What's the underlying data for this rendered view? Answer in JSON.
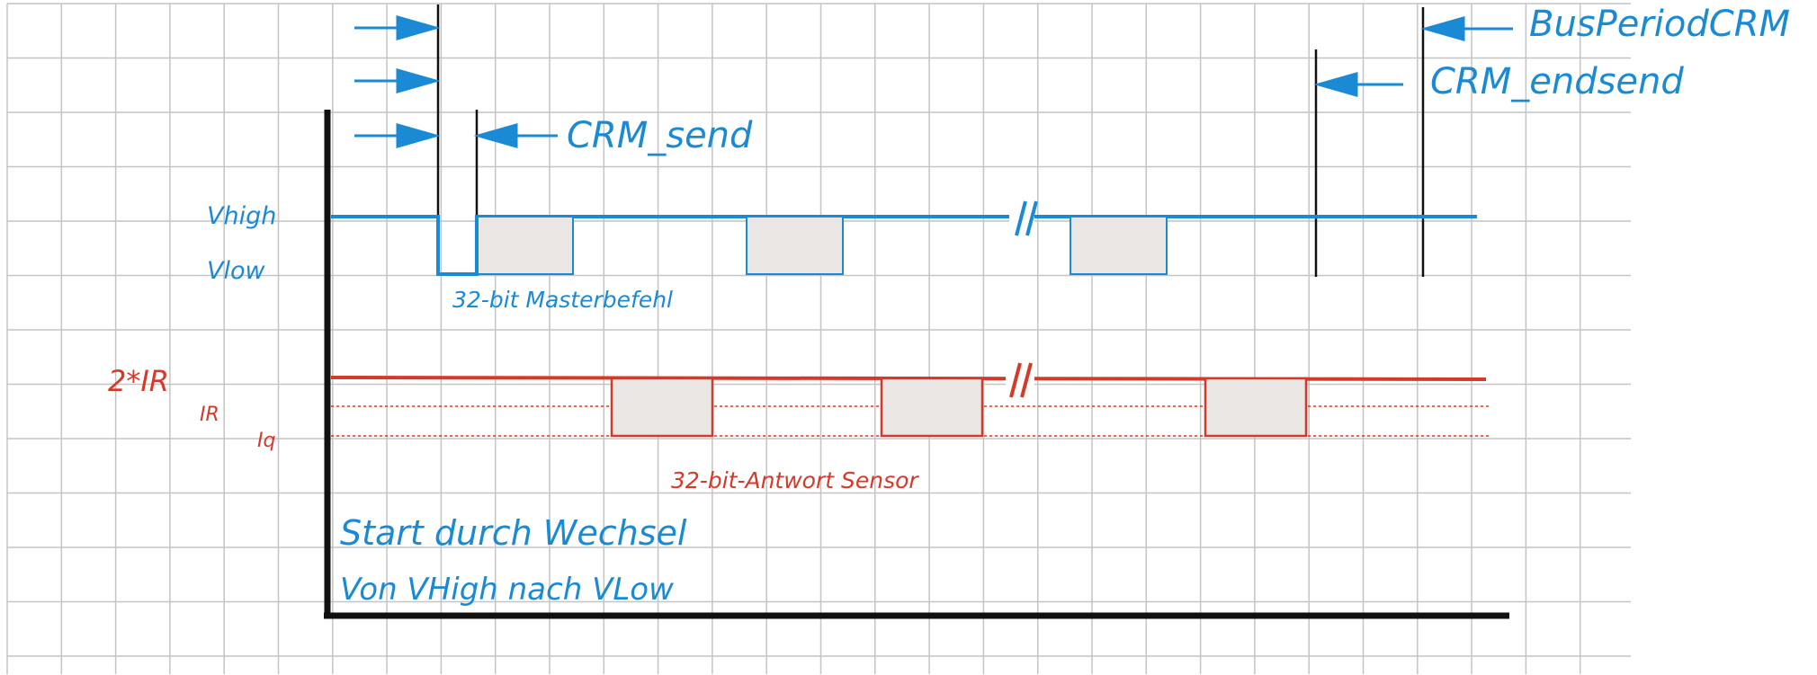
{
  "colors": {
    "blue": "#1a8ad4",
    "red": "#d43a2a",
    "grid": "#c4c4c4",
    "axis": "#111111",
    "pulse_fill": "#e9e6e3"
  },
  "labels": {
    "bus_period": "BusPeriodCRM",
    "crm_endsend": "CRM_endsend",
    "crm_send": "CRM_send",
    "v_high": "Vhigh",
    "v_low": "Vlow",
    "master_cmd": "32-bit Masterbefehl",
    "i_2r": "2*IR",
    "i_r": "IR",
    "i_q": "Iq",
    "sensor_resp": "32-bit-Antwort Sensor",
    "start_line1": "Start durch Wechsel",
    "start_line2": "Von VHigh nach VLow"
  }
}
